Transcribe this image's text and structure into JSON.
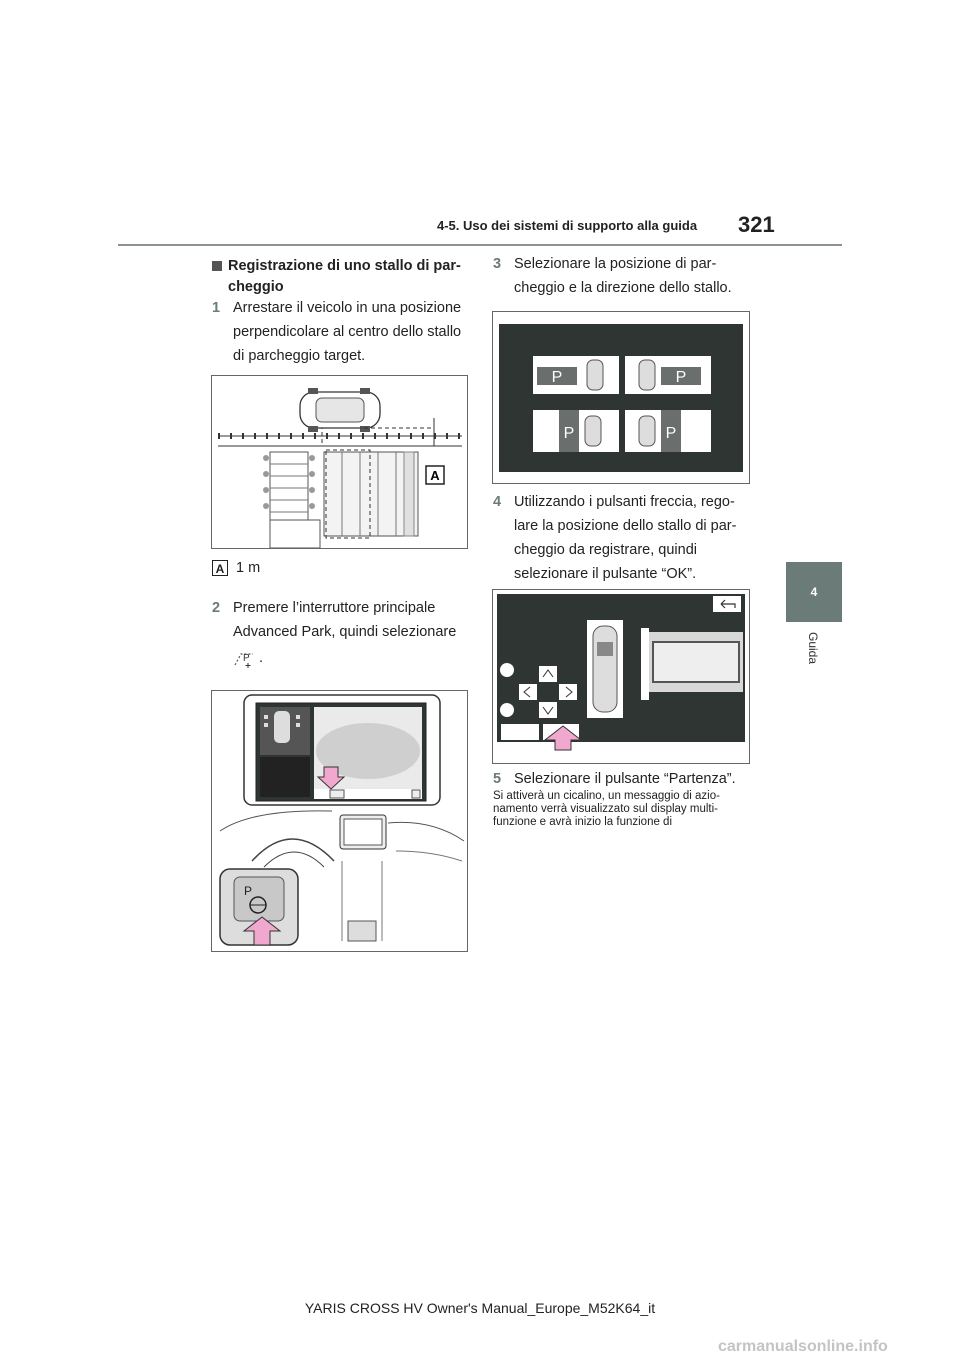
{
  "header": {
    "section_title": "4-5. Uso dei sistemi di supporto alla guida",
    "page_number": "321"
  },
  "side_tab": {
    "chapter": "4",
    "label": "Guida"
  },
  "section_heading": "Registrazione di uno stallo di par-cheggio",
  "steps": [
    {
      "num": "1",
      "text": "Arrestare il veicolo in una posizione perpendicolare al centro dello stallo di parcheggio target."
    },
    {
      "num": "2",
      "text": "Premere l’interruttore principale Advanced Park, quindi selezionare"
    },
    {
      "num": "3",
      "text": "Selezionare la posizione di par-cheggio e la direzione dello stallo."
    },
    {
      "num": "4",
      "text": "Utilizzando i pulsanti freccia, rego-lare la posizione dello stallo di par-cheggio da registrare, quindi selezionare il pulsante “OK”."
    },
    {
      "num": "5",
      "text": "Selezionare il pulsante “Partenza”."
    }
  ],
  "figure1": {
    "callout_letter": "A"
  },
  "callout_legend": {
    "letter": "A",
    "text": "1 m"
  },
  "step2_suffix": ".",
  "figure2": {
    "p_label": "P"
  },
  "figure3": {
    "tiles": [
      "P",
      "P",
      "P",
      "P"
    ]
  },
  "note": "Si attiverà un cicalino, un messaggio di azio-namento verrà visualizzato sul display multi-funzione e avrà inizio la funzione di",
  "footer": "YARIS CROSS HV Owner's Manual_Europe_M52K64_it",
  "watermark": "carmanualsonline.info",
  "colors": {
    "accent": "#6b7b78",
    "screen_dark": "#2f3532",
    "arrow_pink": "#f0a8cf"
  }
}
